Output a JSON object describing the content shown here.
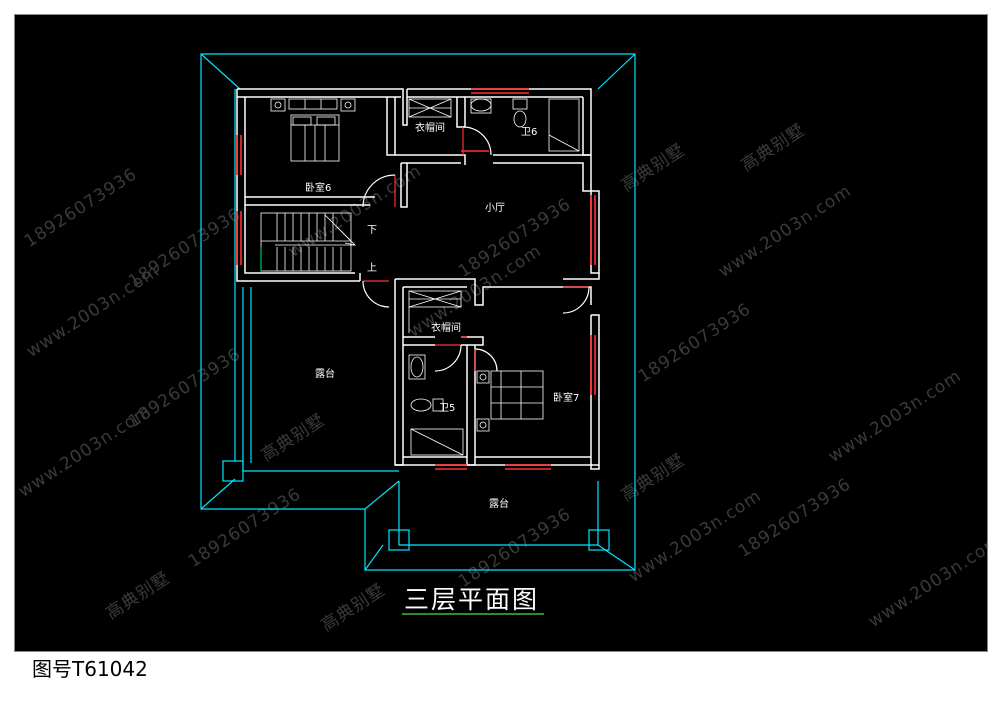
{
  "title": "三层平面图",
  "drawing_number": "图号T61042",
  "rooms": {
    "bedroom6": "卧室6",
    "closet_top": "衣帽间",
    "bath6": "卫6",
    "hall": "小厅",
    "stair_down": "下",
    "stair_up": "上",
    "terrace_left": "露台",
    "closet_mid": "衣帽间",
    "bath5": "卫5",
    "bedroom7": "卧室7",
    "terrace_bottom": "露台"
  },
  "watermarks": {
    "phone": "18926073936",
    "site": "www.2003n.com",
    "brand": "高典别墅"
  },
  "colors": {
    "background": "#000000",
    "wall": "#ffffff",
    "outline": "#00e5ff",
    "window": "#ff3030",
    "furniture": "#ffffff",
    "stairs_edge": "#00c060",
    "watermark": "#3a3a3a"
  }
}
